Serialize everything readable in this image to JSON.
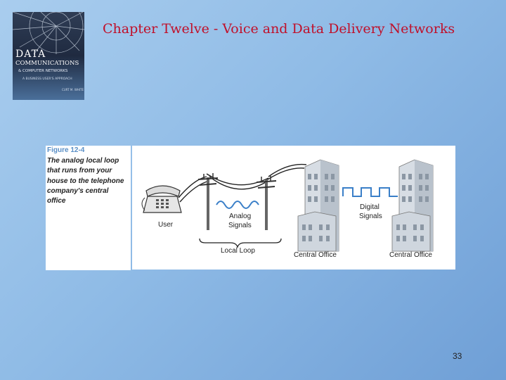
{
  "slide": {
    "title": "Chapter Twelve - Voice and Data Delivery Networks",
    "page_number": "33"
  },
  "book_cover": {
    "line1": "DATA",
    "line2": "COMMUNICATIONS",
    "line3": "& COMPUTER NETWORKS",
    "line4": "A BUSINESS USER'S APPROACH",
    "line5": "CURT M. WHITE"
  },
  "figure": {
    "caption_heading": "Figure 12-4",
    "caption_text": "The analog local loop that runs from your house to the telephone company's central office",
    "labels": {
      "user": "User",
      "analog_line1": "Analog",
      "analog_line2": "Signals",
      "local_loop": "Local Loop",
      "digital_line1": "Digital",
      "digital_line2": "Signals",
      "central_office_left": "Central Office",
      "central_office_right": "Central Office"
    }
  }
}
